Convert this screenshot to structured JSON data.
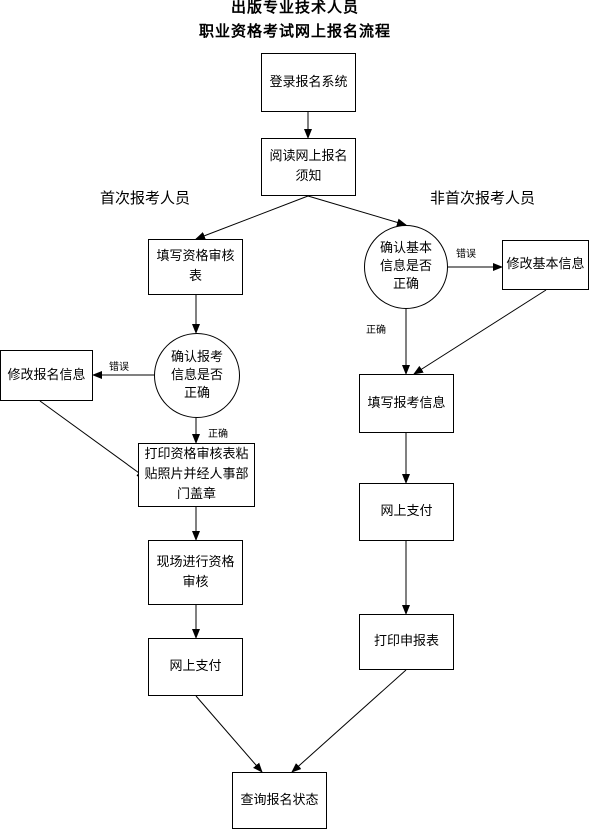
{
  "title": {
    "line1": "出版专业技术人员",
    "line2": "职业资格考试网上报名流程"
  },
  "sections": {
    "first_time": "首次报考人员",
    "non_first_time": "非首次报考人员"
  },
  "nodes": {
    "login": "登录报名系统",
    "read_notice": "阅读网上报名\n须知",
    "fill_form": "填写资格审核\n表",
    "confirm_info": "确认报考\n信息是否\n正确",
    "modify_info": "修改报名信息",
    "print_form": "打印资格审核表粘\n贴照片并经人事部\n门盖章",
    "onsite_review": "现场进行资格\n审核",
    "pay_left": "网上支付",
    "confirm_basic": "确认基本\n信息是否\n正确",
    "modify_basic": "修改基本信息",
    "fill_exam": "填写报考信息",
    "pay_right": "网上支付",
    "print_apply": "打印申报表",
    "query_status": "查询报名状态"
  },
  "labels": {
    "error_left": "错误",
    "correct_left": "正确",
    "error_right": "错误",
    "correct_right": "正确"
  }
}
